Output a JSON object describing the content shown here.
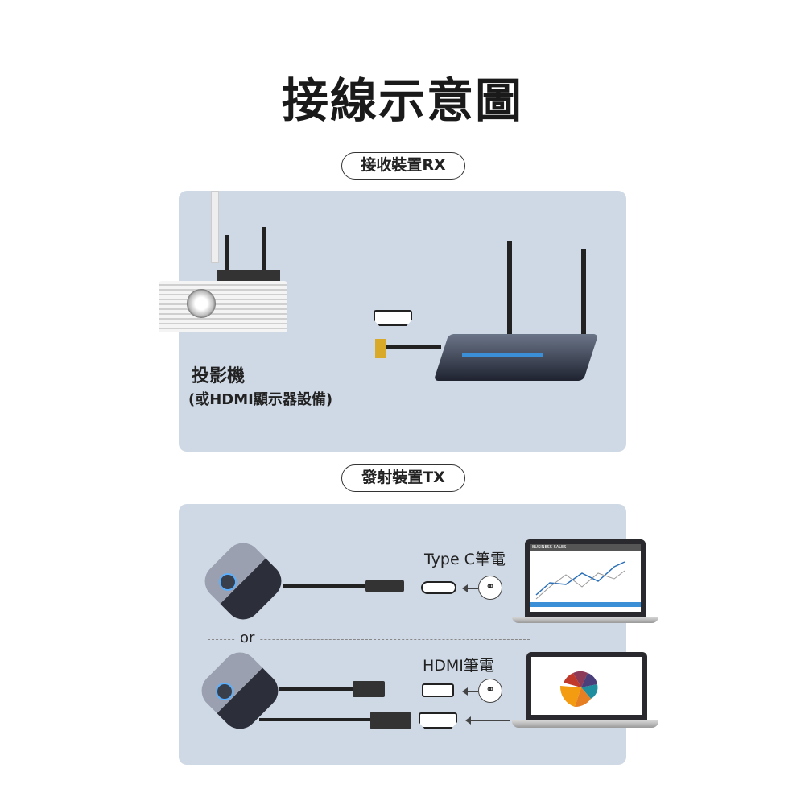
{
  "title": "接線示意圖",
  "rx_section": {
    "label": "接收裝置RX",
    "projector_label": "投影機",
    "projector_sub": "(或HDMI顯示器設備)"
  },
  "tx_section": {
    "label": "發射裝置TX",
    "typec_label": "Type C筆電",
    "hdmi_label": "HDMI筆電",
    "or_label": "or",
    "screen_title": "BUSINESS SALES"
  },
  "colors": {
    "panel": "#cfd9e5",
    "accent_blue": "#3b8fd6"
  },
  "icons": [
    "hdmi-port-icon",
    "usb-c-port-icon",
    "usb-a-port-icon",
    "link-icon",
    "arrow-left-icon"
  ]
}
